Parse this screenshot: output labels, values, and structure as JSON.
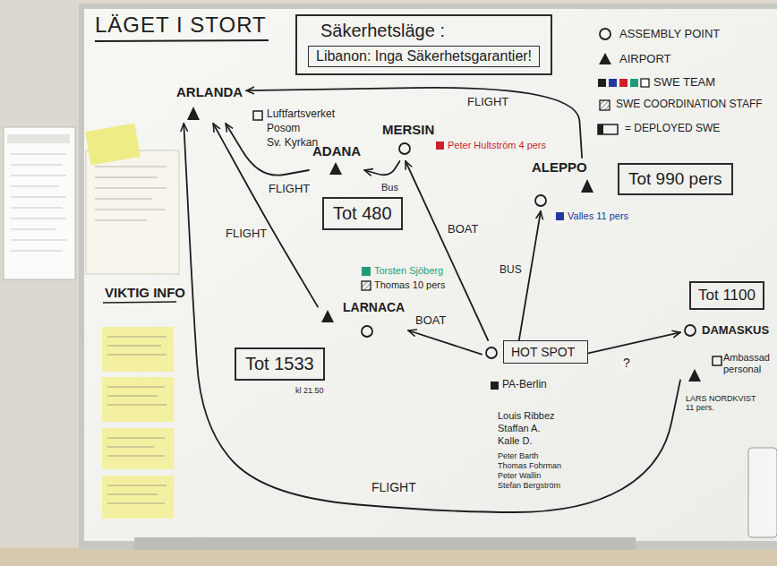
{
  "diagram": {
    "title": "LÄGET I STORT",
    "nodes": [
      {
        "text": [
          "Säkerhetsläge :",
          "Libanon: Inga Säkerhetsgarantier!"
        ]
      },
      {
        "text": [
          "ARLANDA"
        ]
      },
      {
        "text": [
          "MERSIN"
        ]
      },
      {
        "text": [
          "ADANA"
        ]
      },
      {
        "text": [
          "ALEPPO"
        ]
      },
      {
        "text": [
          "Tot 990 pers"
        ]
      },
      {
        "text": [
          "Tot 480"
        ]
      },
      {
        "text": [
          "Tot 1100"
        ]
      },
      {
        "text": [
          "LARNACA"
        ]
      },
      {
        "text": [
          "HOT SPOT"
        ]
      },
      {
        "text": [
          "DAMASKUS"
        ]
      },
      {
        "text": [
          "Tot 1533"
        ]
      }
    ],
    "edges": [
      {
        "from": 9,
        "to": 2,
        "label": "BOAT",
        "arrow": "to"
      },
      {
        "from": 9,
        "to": 4,
        "label": "BUS",
        "arrow": "to"
      },
      {
        "from": 9,
        "to": 8,
        "label": "BOAT",
        "arrow": "to"
      },
      {
        "from": 9,
        "to": 10,
        "label": "?",
        "arrow": "to"
      },
      {
        "from": 2,
        "to": 3,
        "label": "Bus",
        "arrow": "to"
      },
      {
        "from": 3,
        "to": 1,
        "label": "FLIGHT",
        "arrow": "to"
      },
      {
        "from": 4,
        "to": 1,
        "label": "FLIGHT",
        "arrow": "to"
      },
      {
        "from": 8,
        "to": 1,
        "label": "FLIGHT",
        "arrow": "to"
      },
      {
        "from": 10,
        "to": 1,
        "label": "FLIGHT",
        "arrow": "to"
      }
    ],
    "labels": [
      "VIKTIG INFO",
      "Luftfartsverket",
      "Posom",
      "Sv. Kyrkan",
      "Peter Hultström 4 pers",
      "Valles 11 pers",
      "Torsten Sjöberg",
      "Thomas 10 pers",
      "kl 21.50",
      "PA-Berlin",
      "Louis Ribbez",
      "Staffan A.",
      "Kalle D.",
      "Peter Barth",
      "Thomas Fohrman",
      "Peter Wallin",
      "Stefan Bergström",
      "Ambassad personal",
      "LARS NORDKVIST 11 pers."
    ],
    "legend": [
      {
        "text": "ASSEMBLY POINT"
      },
      {
        "text": "AIRPORT"
      },
      {
        "text": "SWE TEAM"
      },
      {
        "text": "SWE COORDINATION STAFF"
      },
      {
        "text": "= DEPLOYED SWE"
      }
    ]
  }
}
